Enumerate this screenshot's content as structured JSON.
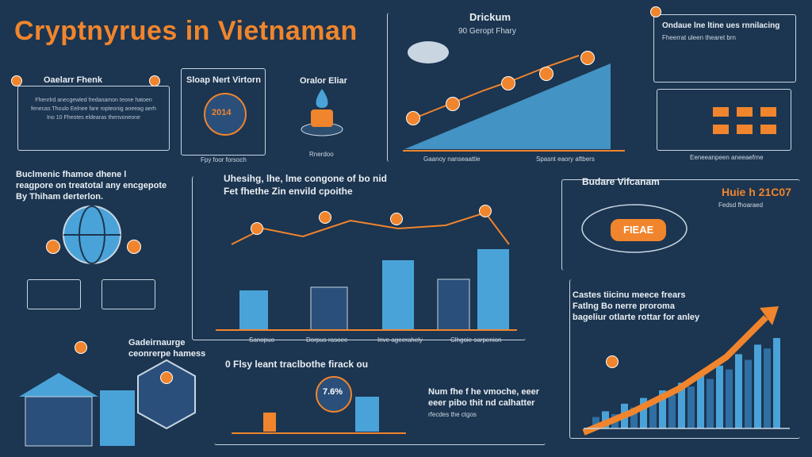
{
  "title": "Cryptnyrues in Vietnaman",
  "panel_fintech": {
    "heading": "Oaelarr Fhenk",
    "body": "Fhenrlrd anecgewled fredanamon teone hatoen fenecas Thoulo Eelnee fare ropteonig aneeag aerh Ino 10 Fheotes eldearas thenvoneone"
  },
  "panel_slope": {
    "heading": "Sloap Nert Virtorn",
    "badge": "2014",
    "caption": "Fpy foor forsoch"
  },
  "panel_oracle": {
    "heading": "Oralor Eliar",
    "caption": "Rnerdoo"
  },
  "panel_timeline": {
    "heading": "Drickum",
    "subheading": "90 Geropt Fhary",
    "xlabel_left": "Gaanoy nanseaattie",
    "xlabel_right": "Spasnt eaory aftbers"
  },
  "panel_topright": {
    "heading": "Ondaue lne ltine ues rnnilacing",
    "sub": "Fheerrat uleen thearet brn",
    "caption": "Eeneeanpeen aneeaefrne"
  },
  "panel_global": {
    "heading": "Buclmenic fhamoe dhene l",
    "line2": "reagpore on treatotal any encgepote",
    "line3": "By Thiham derterlon."
  },
  "panel_city": {
    "heading": "Uhesihg, lhe, lme congone of bo nid",
    "heading2": "Fet fhethe Zin envild cpoithe",
    "labels": [
      "Sanopuo",
      "Dorpus rasoee",
      "Inve ageerahely",
      "Clhgoie sarpenion"
    ]
  },
  "panel_vietnam": {
    "heading": "Budare Vifcanam",
    "badge": "FIEAE",
    "stat": "Huie h 21C07",
    "stat_sub": "Fedsd fhoaraed"
  },
  "panel_growth": {
    "heading": "Castes tiicinu meece frears",
    "line2": "Fatlng Bo nerre proroma",
    "line3": "bageliur otlarte rottar for anley"
  },
  "panel_houses": {
    "heading": "Gadeirnaurge",
    "sub": "ceonrerpe hamess"
  },
  "panel_story": {
    "heading": "0 Flsy leant traclbothe firack ou",
    "badge": "7.6%",
    "body1": "Num fhe f he vmoche, eeer",
    "body2": "eeer pibo thit nd calhatter",
    "body3": "rfecdes the ctgos"
  },
  "chart_data": {
    "type": "bar",
    "values": [
      12,
      18,
      15,
      26,
      22,
      32,
      28,
      40,
      35,
      48,
      44,
      58,
      52,
      66,
      62,
      78,
      72,
      88,
      84,
      95
    ],
    "ylim": [
      0,
      100
    ]
  },
  "colors": {
    "accent": "#f0852d",
    "bg": "#1c3550",
    "line": "#c9d6e2",
    "blue": "#4aa3d8"
  }
}
